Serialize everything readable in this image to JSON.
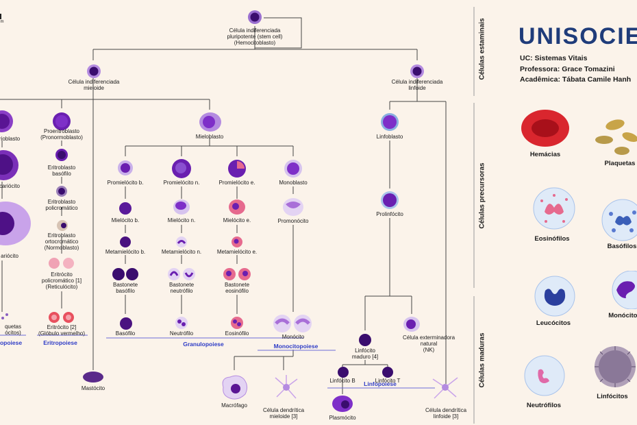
{
  "colors": {
    "background": "#fbf3ea",
    "group_label": "#2d3bc6",
    "logo": "#1f3c7a",
    "cell_purple": "#6a2aa8",
    "cell_nucleus": "#3a0d6e"
  },
  "header": {
    "scale_label": "m"
  },
  "stem_cell": {
    "label": "Célula indiferenciada\npluripotente (stem cell)\n(Hemocitoblasto)"
  },
  "myeloid": {
    "label": "Célula indiferenciada\nmieloide"
  },
  "lymphoid": {
    "label": "Célula indiferenciada\nlinfoide"
  },
  "megakaryo": {
    "megakaryoblast": "rioblasto",
    "promegakaryocyte": "cariócito",
    "megakaryocyte": "ariócito",
    "platelets": "quetas\nócitos)",
    "group": "opoiese"
  },
  "erythro": {
    "proerythroblast": "Proeritroblasto\n(Pronormoblasto)",
    "basophilic": "Eritroblasto\nbasófilo",
    "polychromatic": "Eritroblasto\npolicromático",
    "orthochromatic": "Eritroblasto\nortocromático\n(Normoblasto)",
    "reticulocyte": "Eritrócito\npolicromático [1]\n(Reticulócito)",
    "erythrocyte": "Eritrócito [2]\n(Glóbulo vermelho)",
    "group": "Eritropoiese"
  },
  "mast_cell": "Mastócito",
  "myeloblast": "Mieloblasto",
  "granulo": {
    "basophil_line": [
      "Promielócito b.",
      "Mielócito b.",
      "Metamielócito b.",
      "Bastonete\nbasófilo",
      "Basófilo"
    ],
    "neutrophil_line": [
      "Promielócito n.",
      "Mielócito n.",
      "Metamielócito n.",
      "Bastonete\nneutrófilo",
      "Neutrófilo"
    ],
    "eosinophil_line": [
      "Promielócito e.",
      "Mielócito e.",
      "Metamielócito e.",
      "Bastonete\neosinófilo",
      "Eosinófilo"
    ],
    "group": "Granulopoiese"
  },
  "mono": {
    "monoblast": "Monoblasto",
    "promonocyte": "Promonócito",
    "monocyte": "Monócito",
    "group": "Monocitopoiese",
    "macrophage": "Macrófago",
    "dendritic_myeloid": "Célula dendrítica\nmieloide [3]"
  },
  "lympho": {
    "lymphoblast": "Linfoblasto",
    "prolymphocyte": "Prolinfócito",
    "mature": "Linfócito\nmaduro [4]",
    "nk": "Célula exterminadora\nnatural\n(NK)",
    "b_cell": "Linfócito B",
    "t_cell": "Linfócito T",
    "plasma": "Plasmócito",
    "group": "Linfopoiese",
    "dendritic_lymphoid": "Célula dendrítica\nlinfoide [3]"
  },
  "side_labels": [
    "Células estaminais",
    "Células precursoras",
    "Células maduras"
  ],
  "branding": {
    "logo": "UNISOCIE",
    "uc": "UC: Sistemas Vitais",
    "professor": "Professora: Grace Tomazini",
    "student": "Acadêmica: Tábata Camile Hanh"
  },
  "legend": [
    "Hemácias",
    "Plaquetas",
    "Eosinófilos",
    "Basófilos",
    "Leucócitos",
    "Monócitos",
    "Neutrófilos",
    "Linfócitos"
  ]
}
